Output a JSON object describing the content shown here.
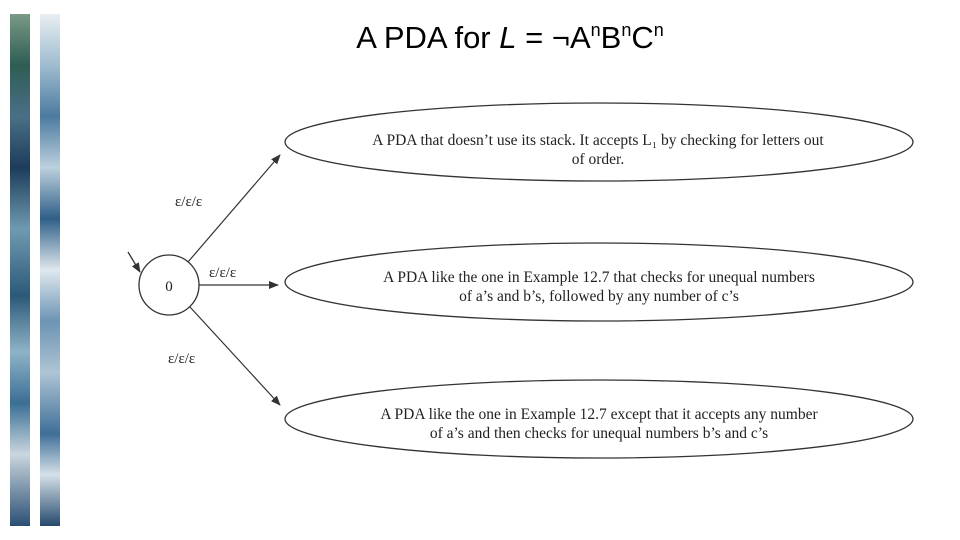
{
  "title": {
    "prefix": "A PDA for ",
    "lang": "L",
    "equals": " = ¬",
    "a": "A",
    "b": "B",
    "c": "C",
    "exp": "n"
  },
  "diagram": {
    "start_state": "0",
    "transitions": [
      {
        "label": "ε/ε/ε"
      },
      {
        "label": "ε/ε/ε"
      },
      {
        "label": "ε/ε/ε"
      }
    ],
    "boxes": [
      {
        "line1": "A PDA that doesn’t use its stack.  It accepts L₁ by checking for letters out",
        "line2": "of order."
      },
      {
        "line1": "A PDA like the one in Example 12.7 that checks for unequal numbers",
        "line2": "of a’s and b’s, followed by any number of c’s"
      },
      {
        "line1": "A PDA like the one in Example 12.7 except that it accepts any number",
        "line2": "of a’s and then checks for unequal numbers b’s and c’s"
      }
    ]
  },
  "colors": {
    "ink": "#222222",
    "strip_dark": "#2a4f74",
    "strip_light": "#9fbcd0"
  }
}
